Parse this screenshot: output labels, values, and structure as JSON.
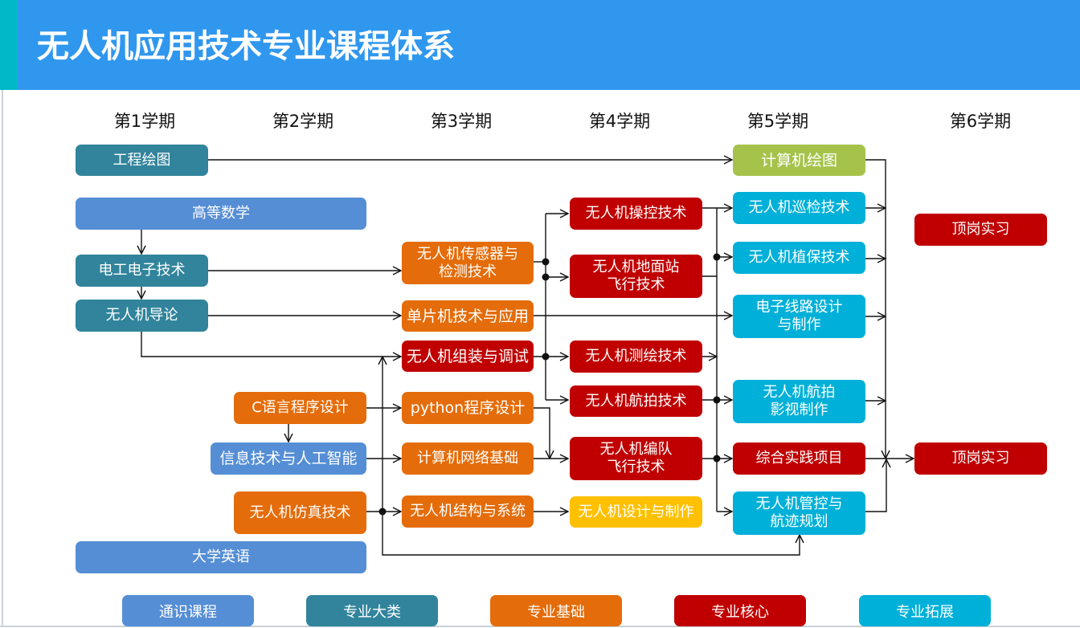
{
  "title": "无人机应用技术专业课程体系",
  "semesters": [
    "第1学期",
    "第2学期",
    "第3学期",
    "第4学期",
    "第5学期",
    "第6学期"
  ],
  "courses": {
    "engineering_drawing": "工程绘图",
    "advanced_math": "高等数学",
    "electrical_electronics": "电工电子技术",
    "uav_intro": "无人机导论",
    "c_programming": "C语言程序设计",
    "it_ai": "信息技术与人工智能",
    "uav_simulation": "无人机仿真技术",
    "college_english": "大学英语",
    "uav_sensors": [
      "无人机传感器与",
      "检测技术"
    ],
    "mcu_tech": "单片机技术与应用",
    "uav_assembly": "无人机组装与调试",
    "python_programming": "python程序设计",
    "computer_network": "计算机网络基础",
    "uav_structure": "无人机结构与系统",
    "uav_control": "无人机操控技术",
    "uav_ground_station": [
      "无人机地面站",
      "飞行技术"
    ],
    "uav_mapping": "无人机测绘技术",
    "uav_aerial_photo": "无人机航拍技术",
    "uav_formation": [
      "无人机编队",
      "飞行技术"
    ],
    "uav_design": "无人机设计与制作",
    "computer_drawing": "计算机绘图",
    "uav_inspection": "无人机巡检技术",
    "uav_crop_protection": "无人机植保技术",
    "circuit_design": [
      "电子线路设计",
      "与制作"
    ],
    "uav_film": [
      "无人机航拍",
      "影视制作"
    ],
    "comprehensive_project": "综合实践项目",
    "uav_traffic": [
      "无人机管控与",
      "航迹规划"
    ],
    "internship_a": "顶岗实习",
    "internship_b": "顶岗实习"
  },
  "legend": [
    {
      "label": "通识课程",
      "color": "#558ed5"
    },
    {
      "label": "专业大类",
      "color": "#31849b"
    },
    {
      "label": "专业基础",
      "color": "#e46c0a"
    },
    {
      "label": "专业核心",
      "color": "#c00000"
    },
    {
      "label": "专业拓展",
      "color": "#00b0d8"
    }
  ],
  "colors": {
    "header": "#3097ee",
    "header_accent": "#00b8c8",
    "general": "#558ed5",
    "major_category": "#31849b",
    "foundation": "#e46c0a",
    "core": "#c00000",
    "extension": "#00b0d8",
    "computer_drawing": "#a5c34b",
    "uav_design": "#ffc000"
  }
}
